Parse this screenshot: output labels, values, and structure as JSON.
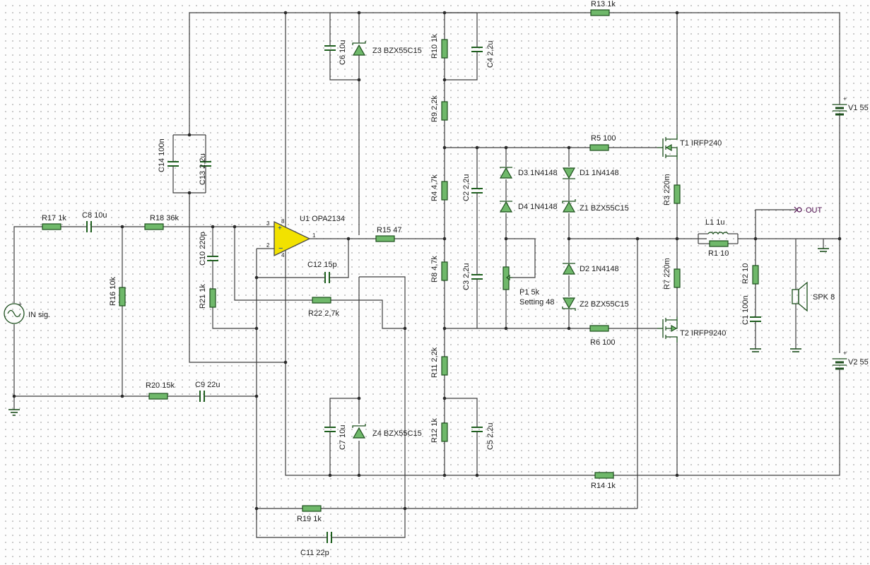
{
  "opamp": {
    "ref": "U1 OPA2134",
    "pins": [
      "3",
      "2",
      "8",
      "4",
      "1"
    ]
  },
  "resistors": {
    "R17": "R17 1k",
    "R18": "R18 36k",
    "R16": "R16 10k",
    "R20": "R20 15k",
    "R21": "R21 1k",
    "R22": "R22 2,7k",
    "R15": "R15 47",
    "R13": "R13 1k",
    "R10": "R10 1k",
    "R9": "R9 2,2k",
    "R4": "R4 4,7k",
    "R8": "R8 4,7k",
    "R11": "R11 2,2k",
    "R12": "R12 1k",
    "R5": "R5 100",
    "R6": "R6 100",
    "R3": "R3 220m",
    "R7": "R7 220m",
    "R1": "R1 10",
    "R2": "R2 10",
    "R14": "R14 1k",
    "R19": "R19 1k"
  },
  "capacitors": {
    "C8": "C8 10u",
    "C9": "C9 22u",
    "C14": "C14 100n",
    "C13": "C13 2,2u",
    "C10": "C10 220p",
    "C12": "C12 15p",
    "C6": "C6 10u",
    "C7": "C7 10u",
    "C4": "C4 2,2u",
    "C2": "C2 2,2u",
    "C3": "C3 2,2u",
    "C5": "C5 2,2u",
    "C1": "C1 100n",
    "C11": "C11 22p"
  },
  "diodes": {
    "Z3": "Z3 BZX55C15",
    "Z4": "Z4 BZX55C15",
    "D3": "D3 1N4148",
    "D4": "D4 1N4148",
    "D1": "D1 1N4148",
    "Z1": "Z1 BZX55C15",
    "D2": "D2 1N4148",
    "Z2": "Z2 BZX55C15"
  },
  "transistors": {
    "T1": "T1 IRFP240",
    "T2": "T2 IRFP9240"
  },
  "potentiometer": {
    "ref": "P1 5k",
    "setting": "Setting 48"
  },
  "inductor": "L1 1u",
  "source": "IN sig.",
  "speaker": "SPK 8",
  "output_label": "OUT",
  "supplies": {
    "V1": "V1 55",
    "V2": "V2 55",
    "polarity": "+"
  },
  "colors": {
    "component_fill": "#6fb86a",
    "opamp_fill": "#f2e200",
    "wire": "#3d3d3d",
    "output_label": "#4b0a4b"
  }
}
